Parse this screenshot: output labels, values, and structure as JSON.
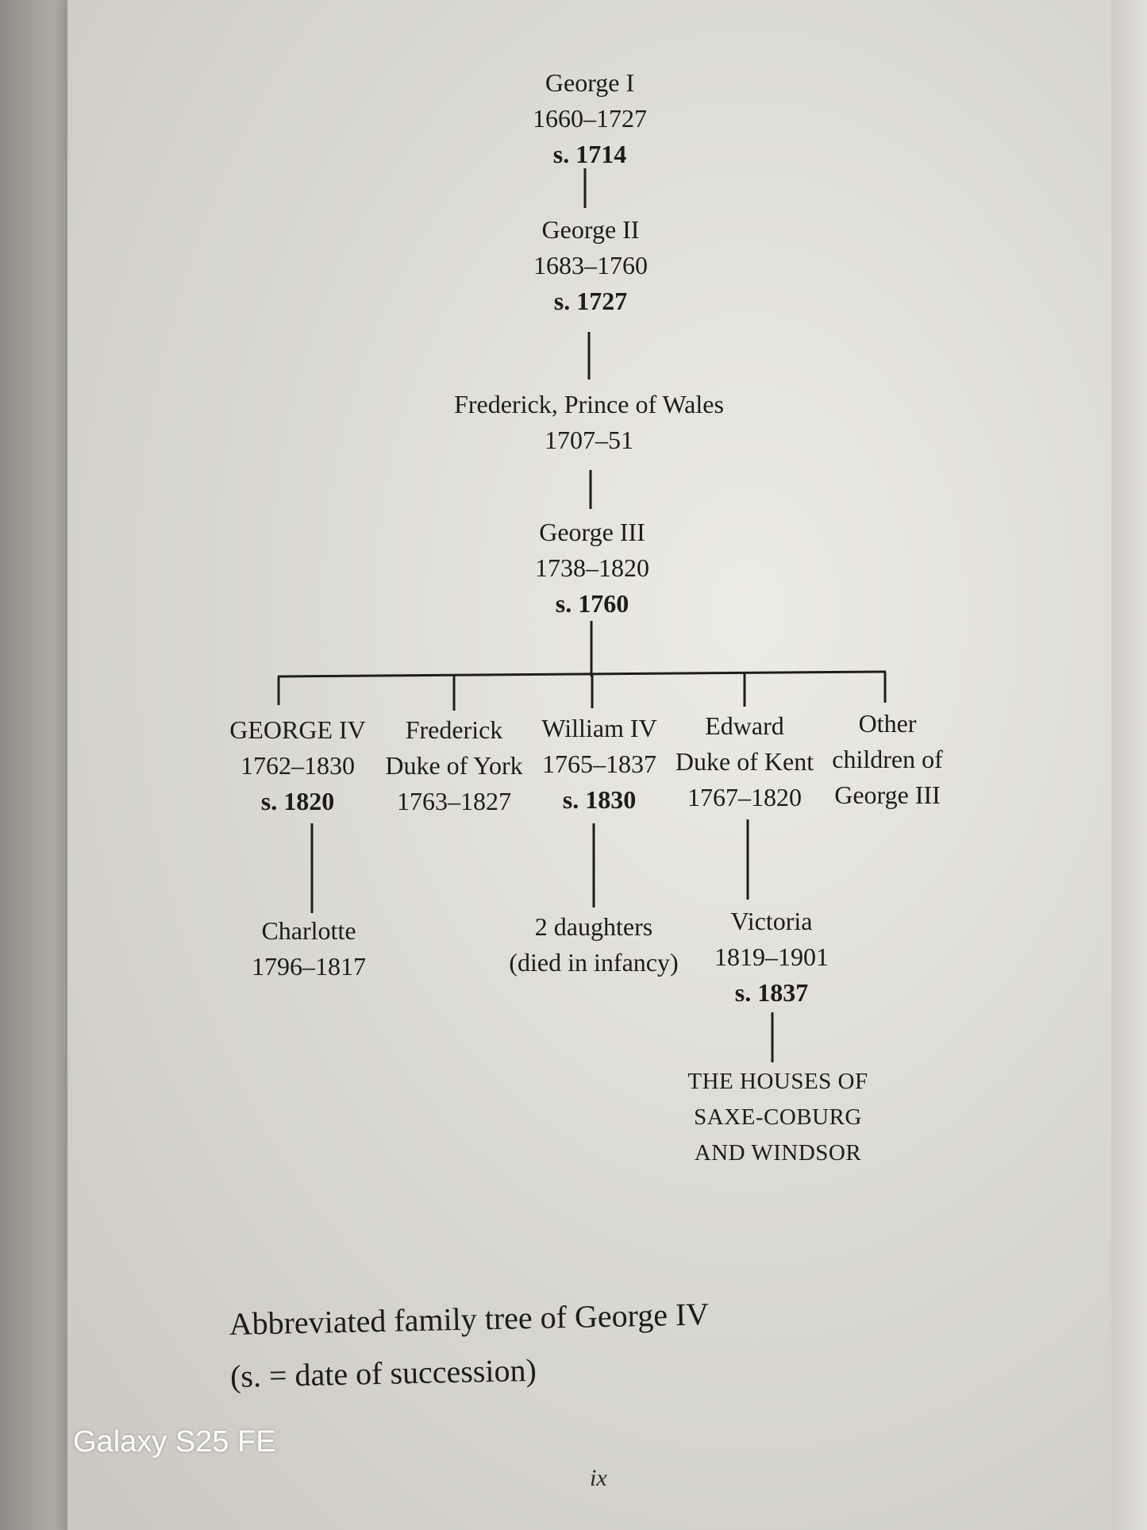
{
  "tree": {
    "george1": {
      "name": "George I",
      "dates": "1660–1727",
      "succession": "s. 1714"
    },
    "george2": {
      "name": "George II",
      "dates": "1683–1760",
      "succession": "s. 1727"
    },
    "frederick_wales": {
      "name": "Frederick, Prince of Wales",
      "dates": "1707–51"
    },
    "george3": {
      "name": "George III",
      "dates": "1738–1820",
      "succession": "s. 1760"
    },
    "children": [
      {
        "name": "GEORGE IV",
        "dates": "1762–1830",
        "succession": "s. 1820"
      },
      {
        "name": "Frederick",
        "title": "Duke of York",
        "dates": "1763–1827"
      },
      {
        "name": "William IV",
        "dates": "1765–1837",
        "succession": "s. 1830"
      },
      {
        "name": "Edward",
        "title": "Duke of Kent",
        "dates": "1767–1820"
      },
      {
        "name": "Other",
        "line2": "children of",
        "line3": "George III"
      }
    ],
    "charlotte": {
      "name": "Charlotte",
      "dates": "1796–1817"
    },
    "daughters": {
      "name": "2 daughters",
      "note": "(died in infancy)"
    },
    "victoria": {
      "name": "Victoria",
      "dates": "1819–1901",
      "succession": "s. 1837"
    },
    "houses": {
      "line1": "THE HOUSES OF",
      "line2": "SAXE-COBURG",
      "line3": "AND WINDSOR"
    }
  },
  "caption": {
    "line1": "Abbreviated family tree of George IV",
    "line2": "(s. = date of succession)"
  },
  "page_number": "ix",
  "camera_watermark": "Galaxy S25 FE"
}
